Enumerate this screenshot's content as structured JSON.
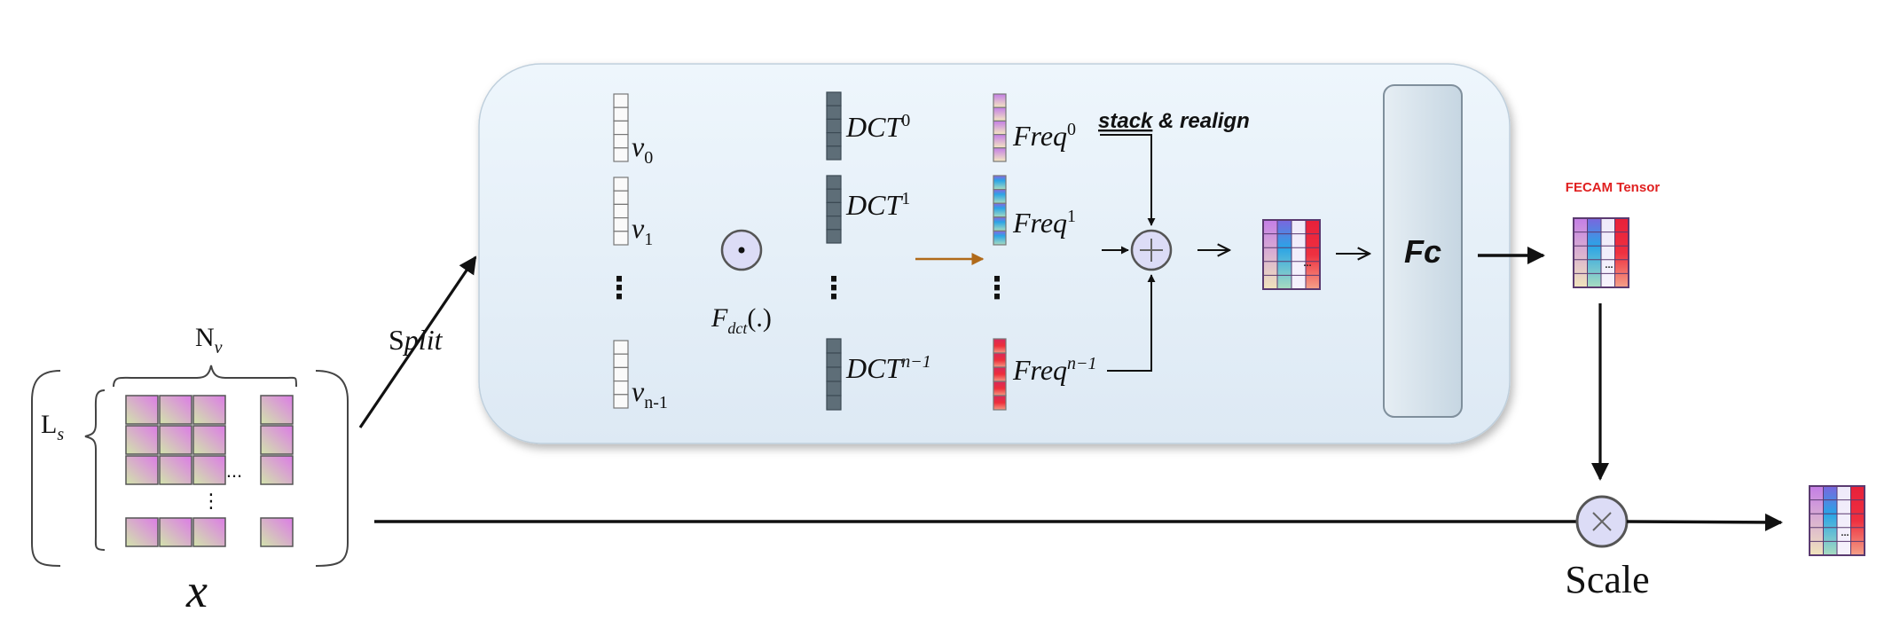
{
  "input": {
    "width_label": "N",
    "width_sub": "v",
    "height_label": "L",
    "height_sub": "s",
    "name": "x",
    "ellipsis_h": "...",
    "ellipsis_v": "⋮"
  },
  "split": {
    "prefix": "S",
    "suffix": "plit"
  },
  "vectors": {
    "v0": {
      "base": "v",
      "sub": "0"
    },
    "v1": {
      "base": "v",
      "sub": "1"
    },
    "vdots": "⋮",
    "vn": {
      "base": "v",
      "sub": "n-1"
    }
  },
  "fdct": {
    "base": "F",
    "sub": "dct",
    "arg": "(.)"
  },
  "dct": {
    "d0": {
      "base": "DCT",
      "sup": "0"
    },
    "d1": {
      "base": "DCT",
      "sup": "1"
    },
    "vdots": "⋮",
    "dn": {
      "base": "DCT",
      "sup": "n−1"
    }
  },
  "freq": {
    "f0": {
      "base": "Freq",
      "sup": "0"
    },
    "f1": {
      "base": "Freq",
      "sup": "1"
    },
    "vdots": "⋮",
    "fn": {
      "base": "Freq",
      "sup": "n−1"
    }
  },
  "stack_label": {
    "stack": "stack",
    "rest": " & realign"
  },
  "fc_label": "Fc",
  "tensor_dots": "...",
  "fecam_label": "FECAM Tensor",
  "scale_label": "Scale",
  "colors": {
    "panel_fill": "#e4f0f9",
    "fc_fill": "#d6e3ec",
    "dct_fill": "#5e6e78",
    "op_fill": "#dcdcf6",
    "orange_arrow": "#b06a1a",
    "fecam_red": "#e02020"
  }
}
